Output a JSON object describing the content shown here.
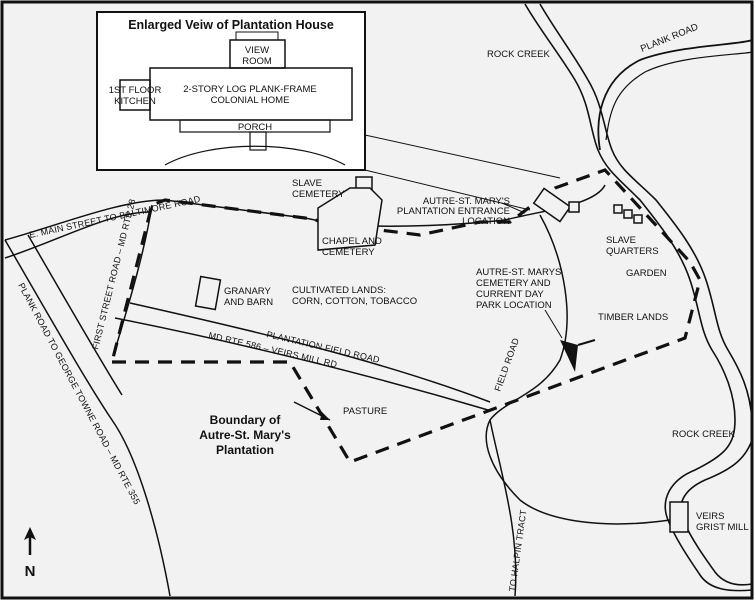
{
  "inset": {
    "title": "Enlarged Veiw of Plantation House",
    "view_room": [
      "VIEW",
      "ROOM"
    ],
    "kitchen": [
      "1ST FLOOR",
      "KITCHEN"
    ],
    "home": [
      "2-STORY LOG PLANK-FRAME",
      "COLONIAL HOME"
    ],
    "porch": "PORCH"
  },
  "labels": {
    "rock_creek_top": "ROCK CREEK",
    "plank_road": "PLANK ROAD",
    "slave_cemetery": [
      "SLAVE",
      "CEMETERY"
    ],
    "entrance": [
      "AUTRE-ST. MARY'S",
      "PLANTATION ENTRANCE",
      "LOCATION"
    ],
    "chapel": [
      "CHAPEL AND",
      "CEMETERY"
    ],
    "slave_quarters": [
      "SLAVE",
      "QUARTERS"
    ],
    "garden": "GARDEN",
    "granary": [
      "GRANARY",
      "AND BARN"
    ],
    "cultivated": [
      "CULTIVATED LANDS:",
      "CORN, COTTON, TOBACCO"
    ],
    "park": [
      "AUTRE-ST. MARYS",
      "CEMETERY AND",
      "CURRENT DAY",
      "PARK LOCATION"
    ],
    "timber": "TIMBER LANDS",
    "pasture": "PASTURE",
    "boundary": [
      "Boundary of",
      "Autre-St. Mary's",
      "Plantation"
    ],
    "rock_creek_bottom": "ROCK CREEK",
    "mill": [
      "VEIRS",
      "GRIST MILL"
    ],
    "north": "N"
  },
  "roads": {
    "main_street": "E. MAIN STREET TO BALTIMORE ROAD",
    "first_street": "FIRST STREET ROAD – MD RTE 28",
    "plank_george": "PLANK ROAD TO GEORGE TOWNE ROAD – MD RTE 355",
    "field_road_top": "PLANTATION FIELD ROAD",
    "veirs_mill": "MD RTE 586 – VEIRS MILL RD",
    "field_road": "FIELD ROAD",
    "halpin": "TO HALPIN TRACT"
  },
  "colors": {
    "ink": "#111111",
    "paper": "#f2f2f2",
    "frame": "#ffffff"
  }
}
